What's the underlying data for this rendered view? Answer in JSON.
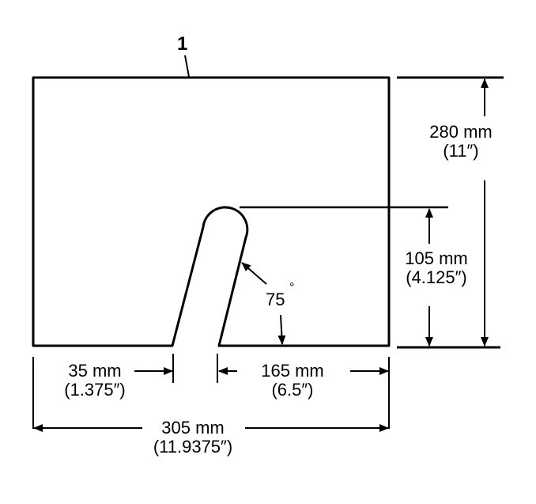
{
  "figure": {
    "part_callout": "1",
    "dimensions": {
      "height_total": {
        "metric": "280 mm",
        "imperial": "(11″)"
      },
      "slot_height": {
        "metric": "105 mm",
        "imperial": "(4.125″)"
      },
      "slot_angle": {
        "value": "75",
        "unit": "°"
      },
      "left_offset": {
        "metric": "35 mm",
        "imperial": "(1.375″)"
      },
      "right_offset": {
        "metric": "165 mm",
        "imperial": "(6.5″)"
      },
      "width_total": {
        "metric": "305 mm",
        "imperial": "(11.9375″)"
      }
    },
    "colors": {
      "line": "#000000",
      "background": "#ffffff"
    }
  }
}
